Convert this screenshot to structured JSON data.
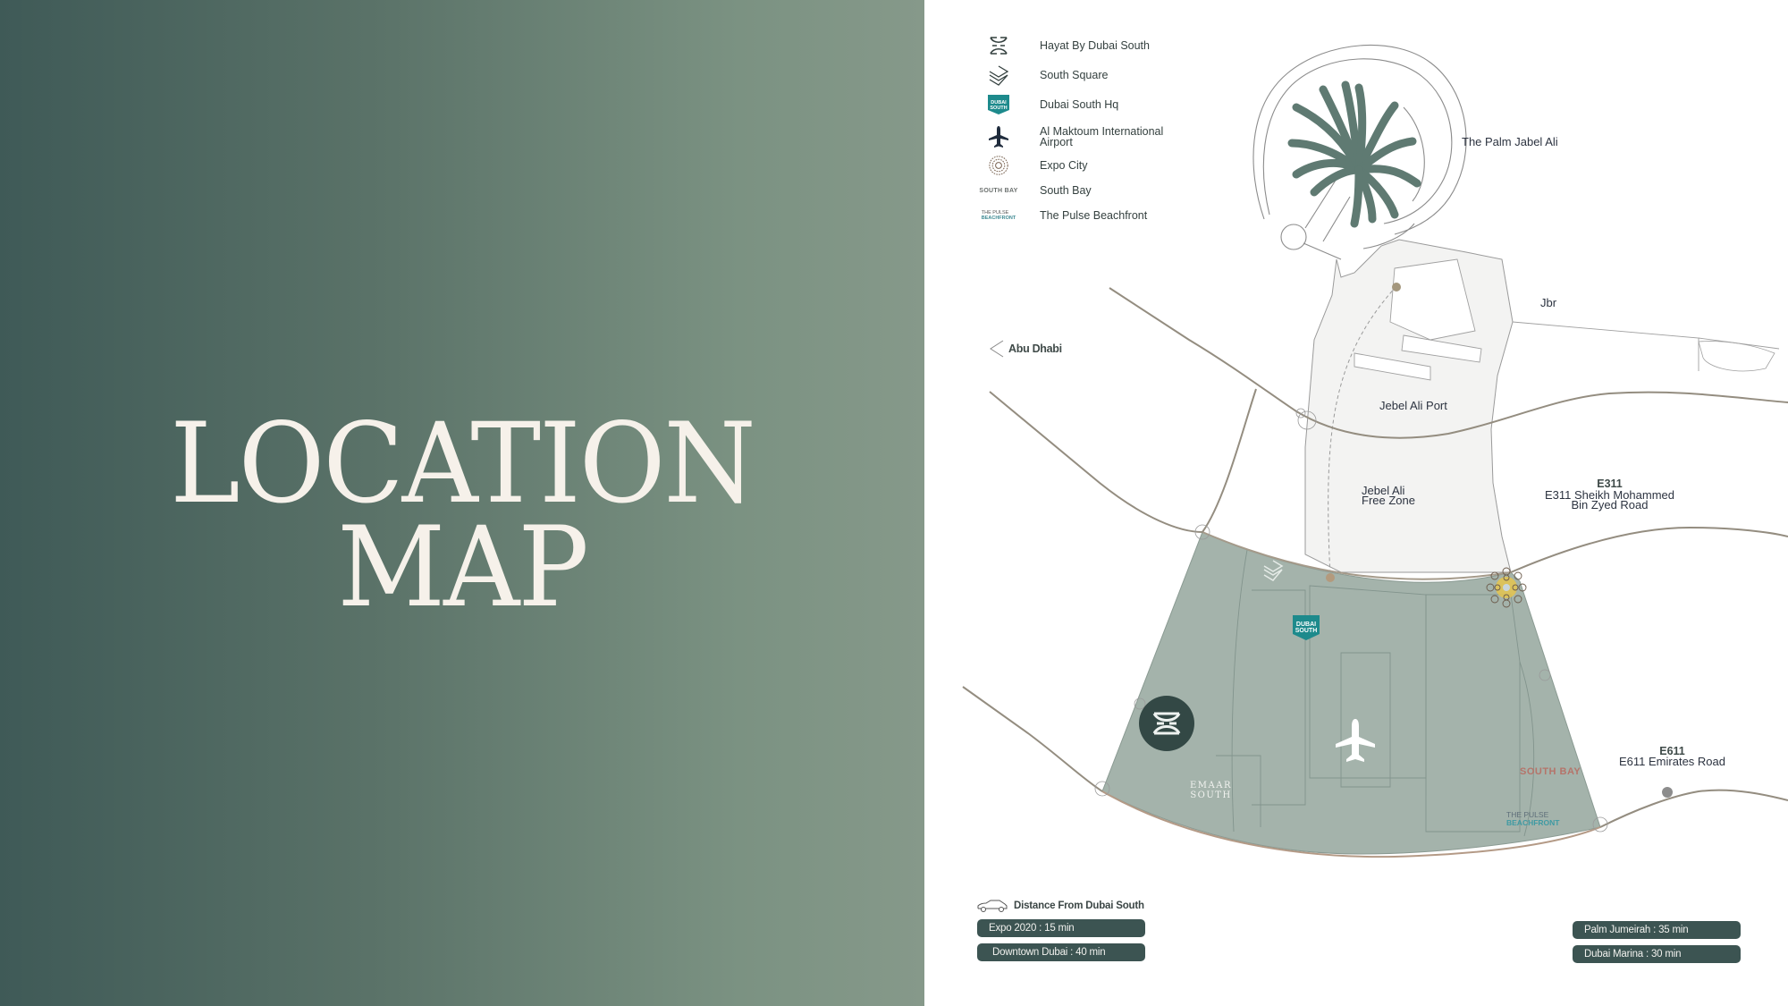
{
  "title": {
    "line1": "LOCATION",
    "line2": "MAP"
  },
  "colors": {
    "gradient_left": "#3f5a57",
    "gradient_right": "#86998a",
    "title_text": "#f6f1ea",
    "land_fill": "#a4b3ab",
    "free_zone_fill": "#f3f3f2",
    "road": "#948d80",
    "pill_bg": "#3c5452",
    "brand_teal": "#1d8a8c",
    "hayat_circle": "#334845"
  },
  "legend": {
    "items": [
      {
        "icon": "hayat-logo-icon",
        "label": "Hayat By Dubai South"
      },
      {
        "icon": "south-square-icon",
        "label": "South Square"
      },
      {
        "icon": "dubai-south-badge-icon",
        "label": "Dubai South Hq"
      },
      {
        "icon": "airplane-icon",
        "label": "Al Maktoum International Airport"
      },
      {
        "icon": "expo-city-icon",
        "label": "Expo City"
      },
      {
        "icon": "south-bay-logo-icon",
        "label": "South Bay"
      },
      {
        "icon": "pulse-beachfront-logo-icon",
        "label": "The Pulse Beachfront"
      }
    ]
  },
  "map": {
    "labels": {
      "palm": "The Palm Jabel Ali",
      "jbr": "Jbr",
      "abu_dhabi": "Abu Dhabi",
      "port": "Jebel Ali Port",
      "free_zone_1": "Jebel Ali",
      "free_zone_2": "Free Zone",
      "e311_code": "E311",
      "e311_name_1": "E311 Sheikh Mohammed",
      "e311_name_2": "Bin Zyed Road",
      "e611_code": "E611",
      "e611_name": "E611 Emirates Road",
      "emaar_1": "EMAAR",
      "emaar_2": "SOUTH",
      "dubai_south_1": "DUBAI",
      "dubai_south_2": "SOUTH",
      "south_bay": "SOUTH BAY",
      "pulse_1": "THE PULSE",
      "pulse_2": "BEACHFRONT"
    }
  },
  "distances": {
    "header": "Distance From Dubai South",
    "left": [
      {
        "label": "Expo 2020 : 15 min"
      },
      {
        "label": "Downtown Dubai : 40 min"
      }
    ],
    "right": [
      {
        "label": "Palm Jumeirah : 35 min"
      },
      {
        "label": "Dubai Marina : 30 min"
      }
    ]
  }
}
